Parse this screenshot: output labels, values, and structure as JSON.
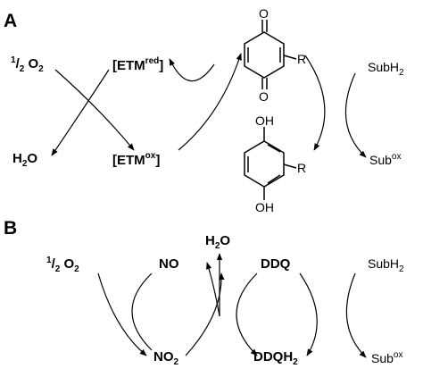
{
  "panel_a": {
    "label": "A",
    "half_o2": {
      "sup": "1",
      "slash": "/",
      "sub": "2",
      "rest": " O",
      "sub2": "2"
    },
    "water": {
      "h": "H",
      "sub": "2",
      "o": "O"
    },
    "etm_red": {
      "base": "[ETM",
      "sup": "red",
      "close": "]"
    },
    "etm_ox": {
      "base": "[ETM",
      "sup": "ox",
      "close": "]"
    },
    "quinone": {
      "o_top": "O",
      "o_bottom": "O",
      "r": "R"
    },
    "hydroquinone": {
      "oh_top": "OH",
      "oh_bottom": "OH",
      "r": "R"
    },
    "subh2": {
      "base": "SubH",
      "sub": "2"
    },
    "subox": {
      "base": "Sub",
      "sup": "ox"
    }
  },
  "panel_b": {
    "label": "B",
    "half_o2": {
      "sup": "1",
      "slash": "/",
      "sub": "2",
      "rest": " O",
      "sub2": "2"
    },
    "no": "NO",
    "no2": {
      "base": "NO",
      "sub": "2"
    },
    "water": {
      "h": "H",
      "sub": "2",
      "o": "O"
    },
    "ddq": "DDQ",
    "ddqh2": {
      "base": "DDQH",
      "sub": "2"
    },
    "subh2": {
      "base": "SubH",
      "sub": "2"
    },
    "subox": {
      "base": "Sub",
      "sup": "ox"
    }
  }
}
